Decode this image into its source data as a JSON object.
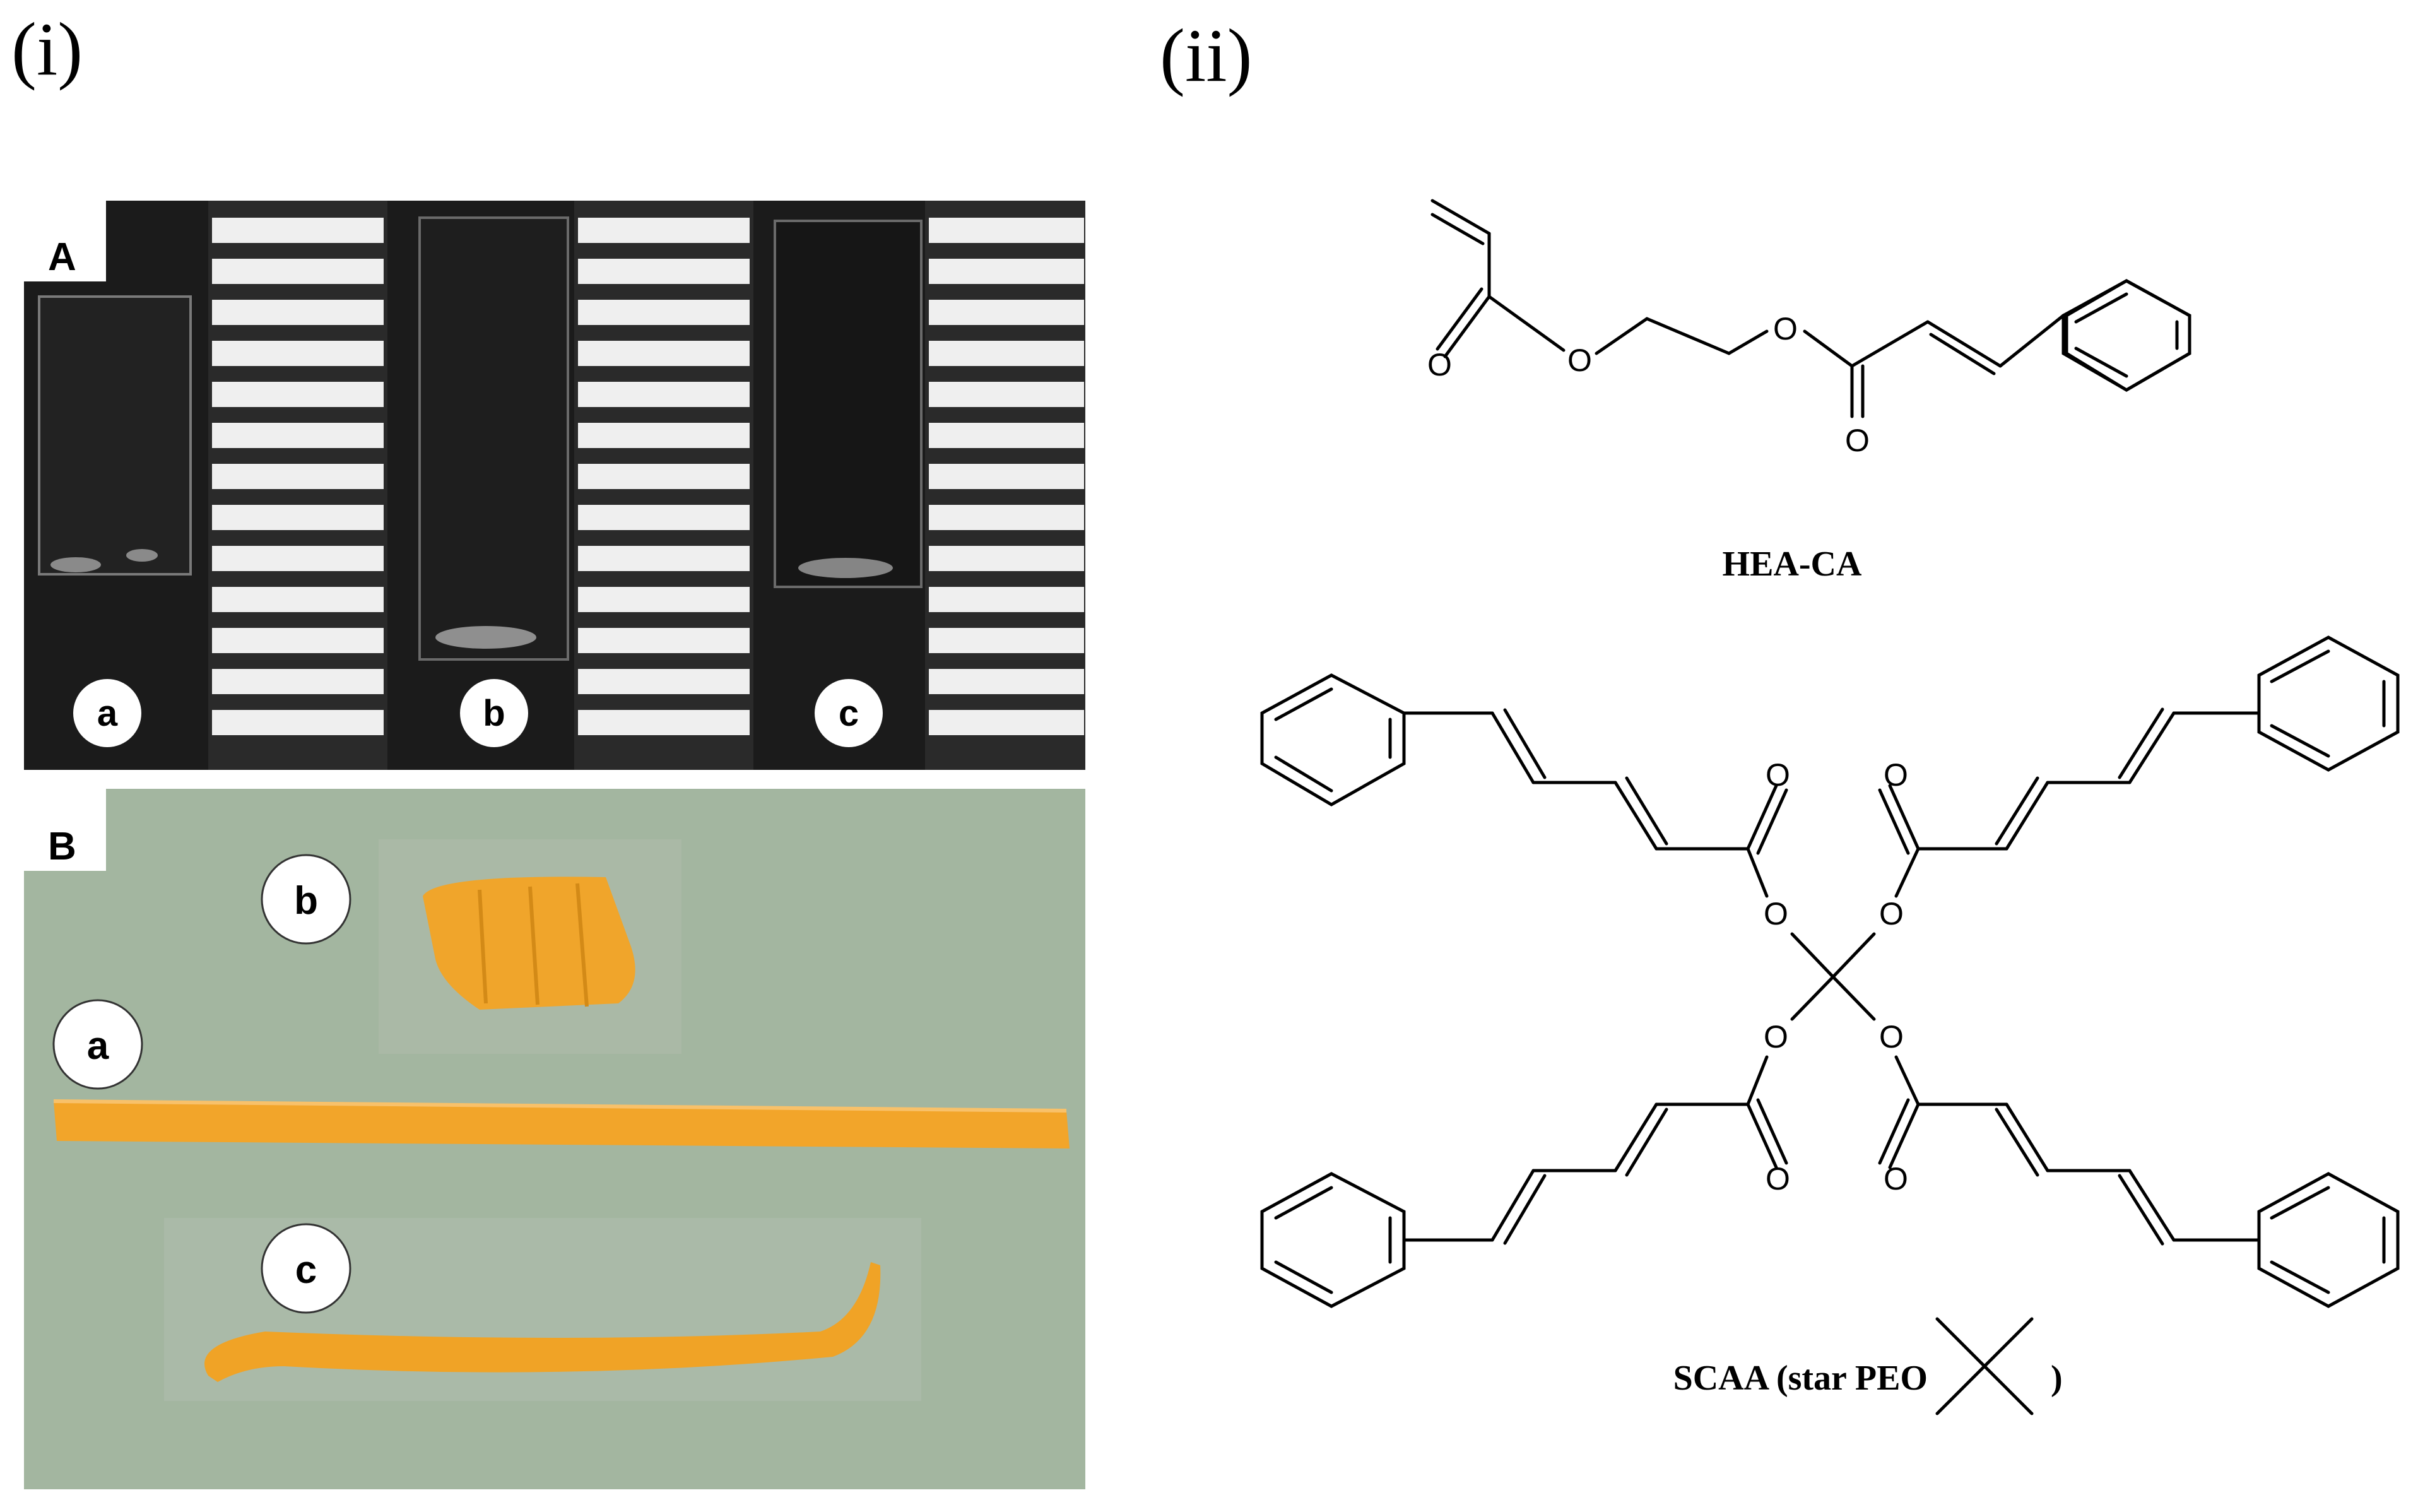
{
  "figure": {
    "part_i_label": "(i)",
    "part_ii_label": "(ii)"
  },
  "panel_i": {
    "subpanel_A": {
      "label": "A",
      "vials": [
        "a",
        "b",
        "c"
      ]
    },
    "subpanel_B": {
      "label": "B",
      "strips": [
        "b",
        "a",
        "c"
      ]
    }
  },
  "panel_ii": {
    "structure_1": {
      "name": "HEA-CA",
      "atoms": [
        "O",
        "O",
        "O",
        "O"
      ]
    },
    "structure_2": {
      "name_prefix": "SCAA (star PEO",
      "name_suffix": ")",
      "atom_label": "O"
    }
  },
  "colors": {
    "background": "#ffffff",
    "photo_A_bg": "#1a1a1a",
    "stripe_light": "#f2f2f2",
    "photo_B_bg": "#a2b59f",
    "strip_orange": "#f2a428",
    "ink": "#000000"
  }
}
